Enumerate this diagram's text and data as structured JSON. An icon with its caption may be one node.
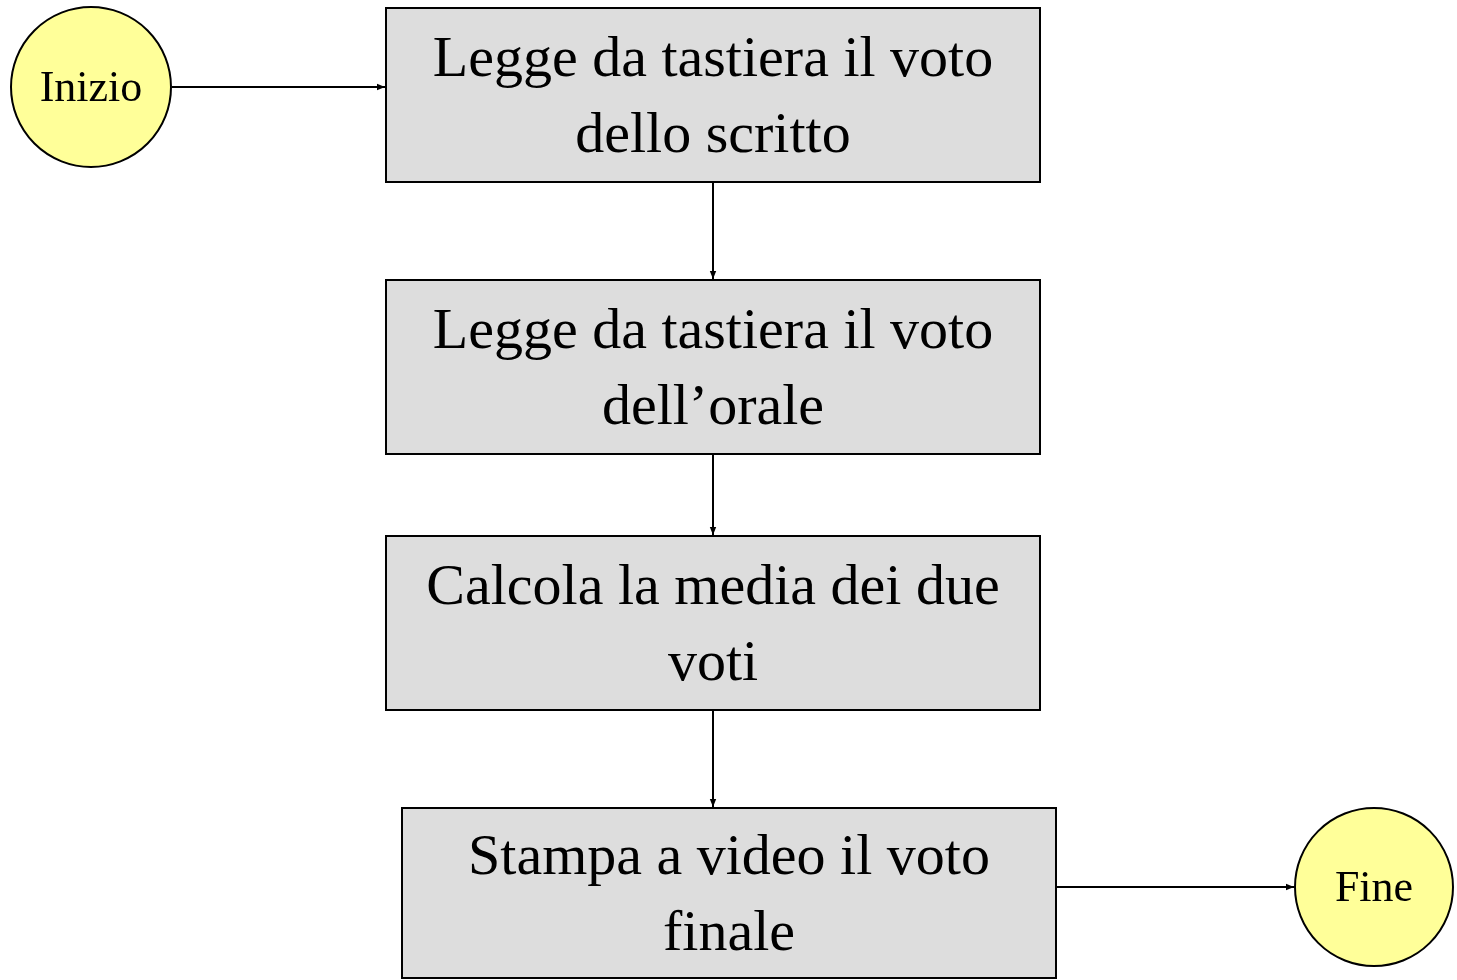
{
  "diagram": {
    "nodes": [
      {
        "text": [
          "Inizio"
        ]
      },
      {
        "text": [
          "Legge da tastiera il voto dello scritto"
        ]
      },
      {
        "text": [
          "Legge da tastiera il voto dell’orale"
        ]
      },
      {
        "text": [
          "Calcola la media dei due voti"
        ]
      },
      {
        "text": [
          "Stampa a video il voto finale"
        ]
      },
      {
        "text": [
          "Fine"
        ]
      }
    ],
    "edges": [
      {
        "from": 0,
        "to": 1,
        "arrow": "to"
      },
      {
        "from": 1,
        "to": 2,
        "arrow": "to"
      },
      {
        "from": 2,
        "to": 3,
        "arrow": "to"
      },
      {
        "from": 3,
        "to": 4,
        "arrow": "to"
      },
      {
        "from": 4,
        "to": 5,
        "arrow": "to"
      }
    ]
  }
}
